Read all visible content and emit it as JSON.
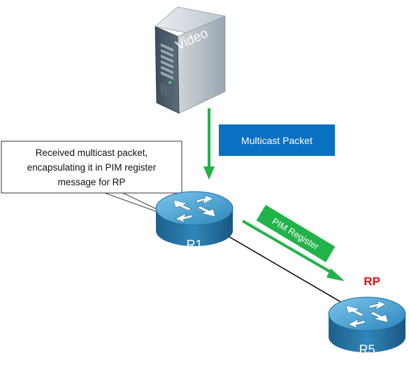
{
  "server": {
    "label": "Video"
  },
  "multicast_box": {
    "label": "Multicast Packet",
    "color": "#0a70c2"
  },
  "callout": {
    "lines": [
      "Received multicast packet,",
      "encapsulating it in PIM register",
      "message for RP"
    ]
  },
  "pim_register": {
    "label": "PIM Register",
    "color": "#21b34a"
  },
  "routers": [
    {
      "name": "R1"
    },
    {
      "name": "R5",
      "role_label": "RP",
      "role_color": "#e01010"
    }
  ],
  "colors": {
    "router_body": "#2a7fb0",
    "arrow_green": "#21b34a",
    "link": "#000000"
  }
}
